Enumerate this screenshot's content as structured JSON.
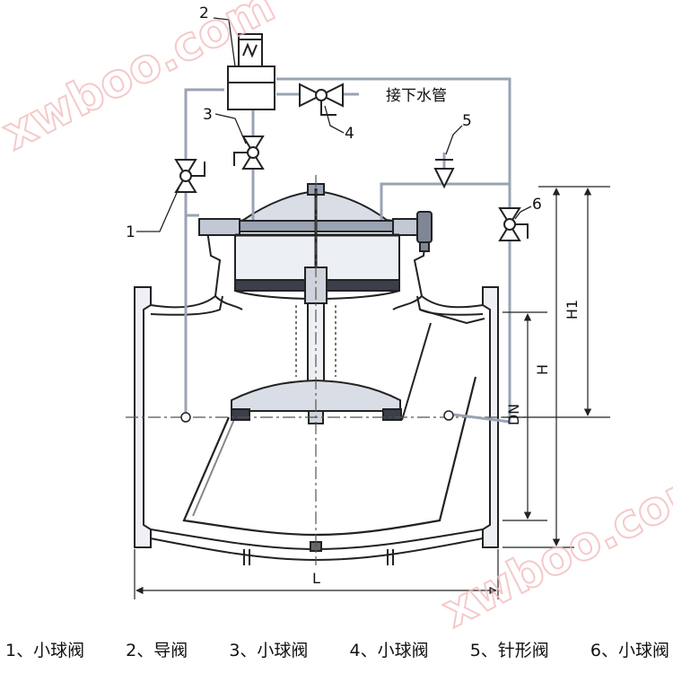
{
  "callouts": {
    "n1": "1",
    "n2": "2",
    "n3": "3",
    "n4": "4",
    "n5": "5",
    "n6": "6"
  },
  "drain_label": "接下水管",
  "dimensions": {
    "L": "L",
    "H": "H",
    "H1": "H1",
    "DN": "DN"
  },
  "legend": [
    "1、小球阀",
    "2、导阀",
    "3、小球阀",
    "4、小球阀",
    "5、针形阀",
    "6、小球阀"
  ],
  "watermark": {
    "text": "xwboo.com"
  }
}
